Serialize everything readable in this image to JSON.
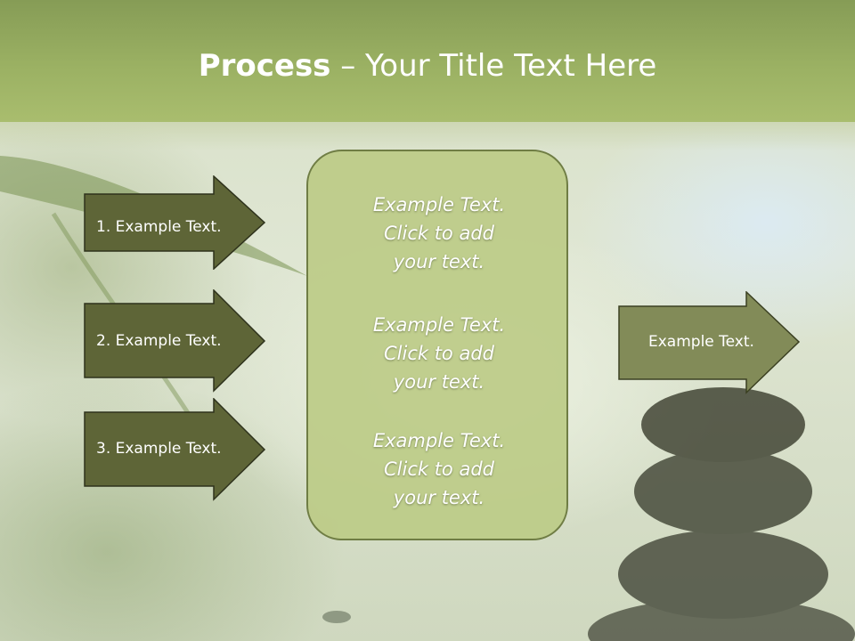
{
  "slide": {
    "title_bold": "Process",
    "title_rest": " – Your Title Text Here"
  },
  "left_arrows": [
    {
      "label": "1. Example Text."
    },
    {
      "label": "2. Example Text."
    },
    {
      "label": "3. Example Text."
    }
  ],
  "center_box": {
    "items": [
      {
        "line1": "Example Text.",
        "line2": "Click  to add",
        "line3": "your text."
      },
      {
        "line1": "Example Text.",
        "line2": "Click  to add",
        "line3": "your text."
      },
      {
        "line1": "Example Text.",
        "line2": "Click  to add",
        "line3": "your text."
      }
    ]
  },
  "right_arrow": {
    "label": "Example Text."
  },
  "colors": {
    "header": "#9bb163",
    "left_arrow_fill": "#5e6537",
    "right_arrow_fill": "#828b58",
    "center_box_fill": "#bccb87",
    "stones": "#3f4232"
  }
}
